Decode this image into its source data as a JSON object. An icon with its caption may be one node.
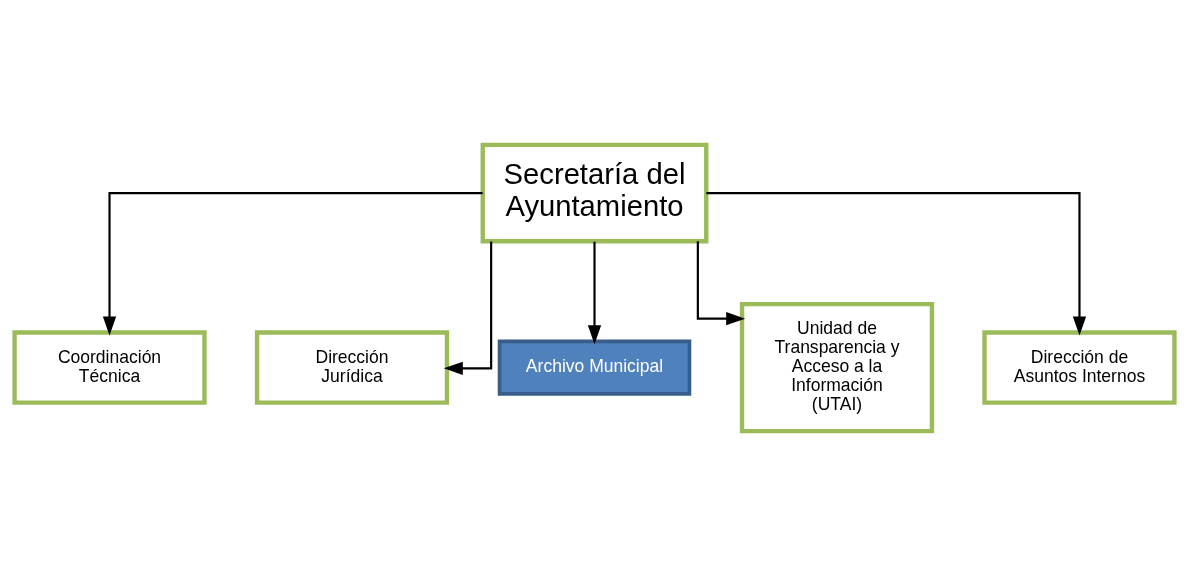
{
  "diagram": {
    "nodes": [
      {
        "text": [
          "Secretaría del Ayuntamiento"
        ]
      },
      {
        "text": [
          "Coordinación Técnica"
        ]
      },
      {
        "text": [
          "Dirección Jurídica"
        ]
      },
      {
        "text": [
          "Archivo Municipal"
        ]
      },
      {
        "text": [
          "Unidad de Transparencia y Acceso a la Información (UTAI)"
        ]
      },
      {
        "text": [
          "Dirección de Asuntos Internos"
        ]
      }
    ],
    "edges": [
      {
        "from": 0,
        "to": 1,
        "arrow": "to"
      },
      {
        "from": 0,
        "to": 2,
        "arrow": "to"
      },
      {
        "from": 0,
        "to": 3,
        "arrow": "to"
      },
      {
        "from": 0,
        "to": 4,
        "arrow": "to"
      },
      {
        "from": 0,
        "to": 5,
        "arrow": "to"
      }
    ]
  }
}
